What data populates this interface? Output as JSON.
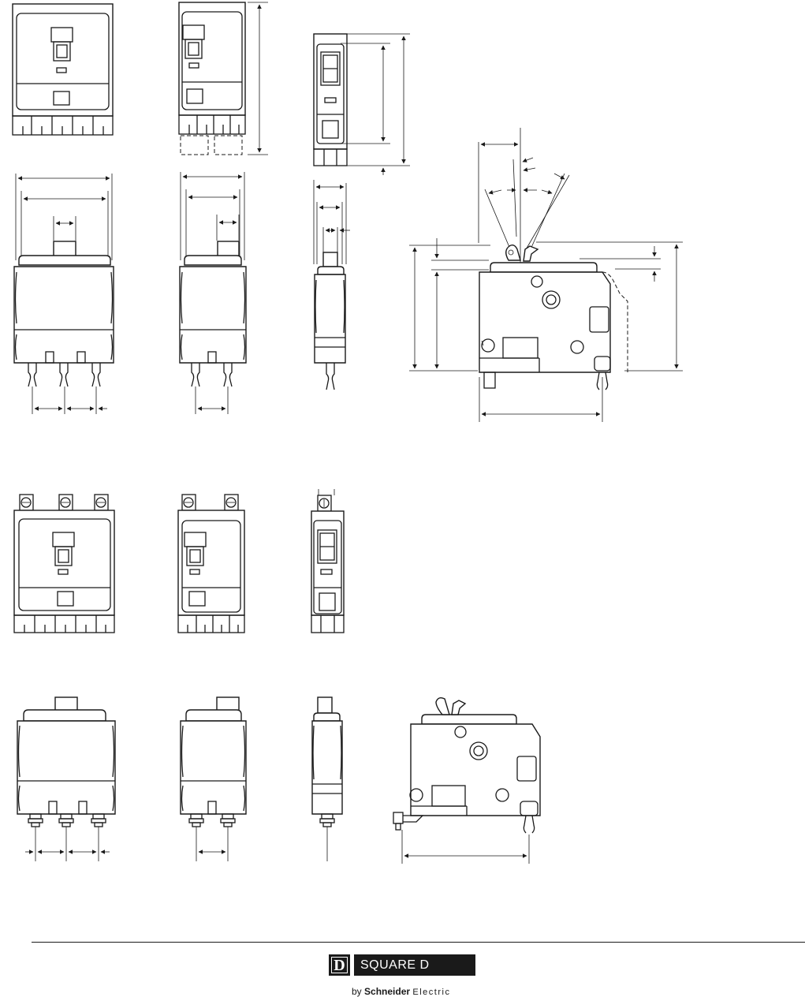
{
  "brand": {
    "mark": "D",
    "name": "SQUARE D",
    "sub_prefix": "by",
    "sub_company": "Schneider",
    "sub_suffix": "Electric"
  },
  "colors": {
    "line": "#1a1a1a",
    "background": "#ffffff"
  }
}
